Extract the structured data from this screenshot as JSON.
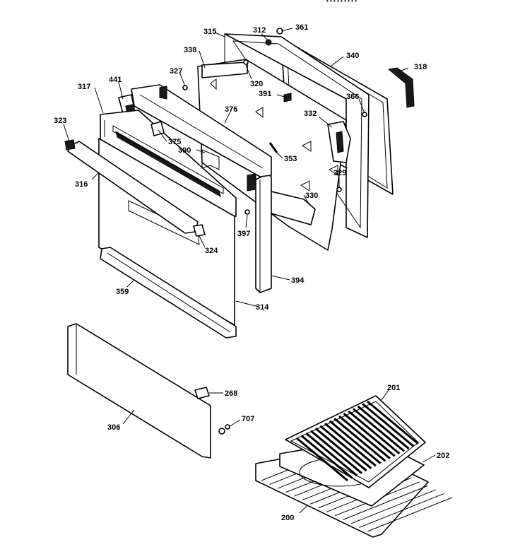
{
  "header": {
    "fragment": "• • • • •   • • • •"
  },
  "callouts": {
    "c315": "315",
    "c312": "312",
    "c361": "361",
    "c338": "338",
    "c340": "340",
    "c318": "318",
    "c327": "327",
    "c320": "320",
    "c441": "441",
    "c317": "317",
    "c391": "391",
    "c366": "366",
    "c376": "376",
    "c332": "332",
    "c323": "323",
    "c375": "375",
    "c390": "390",
    "c353": "353",
    "c329": "329",
    "c316": "316",
    "c330": "330",
    "c397": "397",
    "c324": "324",
    "c394": "394",
    "c359": "359",
    "c314": "314",
    "c268": "268",
    "c306": "306",
    "c707": "707",
    "c201": "201",
    "c202": "202",
    "c200": "200"
  }
}
